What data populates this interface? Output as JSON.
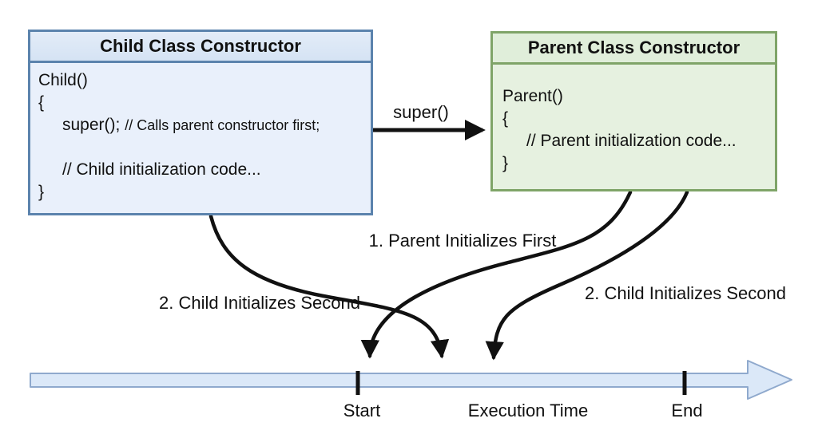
{
  "child_box": {
    "title": "Child Class Constructor",
    "code": {
      "l1": "Child()",
      "l2": "{",
      "l3_call": "super();",
      "l3_comment": "// Calls parent constructor first;",
      "l4": "// Child initialization code...",
      "l5": "}"
    }
  },
  "parent_box": {
    "title": "Parent Class Constructor",
    "code": {
      "l1": "Parent()",
      "l2": "{",
      "l3": "// Parent initialization code...",
      "l4": "}"
    }
  },
  "arrows": {
    "super_call_label": "super()",
    "parent_first_label": "1. Parent Initializes First",
    "child_second_left_label": "2. Child Initializes Second",
    "child_second_right_label": "2. Child Initializes Second"
  },
  "timeline": {
    "start_label": "Start",
    "axis_label": "Execution Time",
    "end_label": "End"
  },
  "colors": {
    "child_border": "#5b83ad",
    "child_header_bg": "#d5e3f4",
    "child_body_bg": "#e9f0fb",
    "parent_border": "#7fa468",
    "parent_header_bg": "#e0eeda",
    "parent_body_bg": "#e6f1e0",
    "timeline_fill": "#dbe8f8",
    "timeline_stroke": "#8fa9cd",
    "arrow_color": "#111111"
  }
}
